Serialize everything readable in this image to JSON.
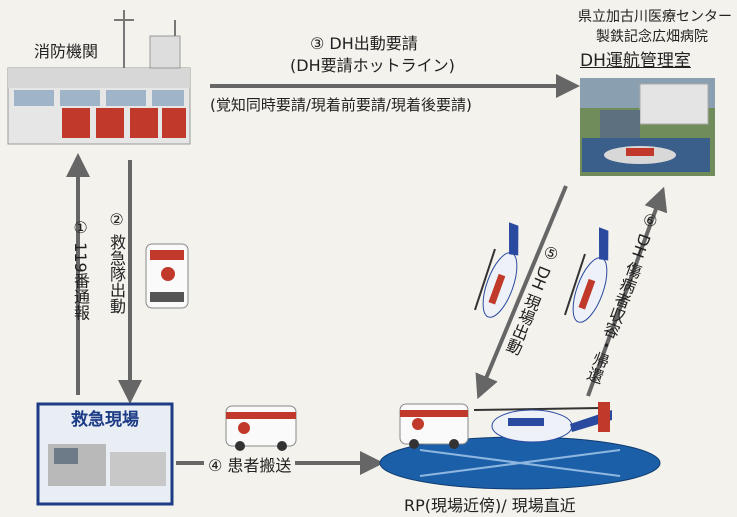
{
  "fire_station": {
    "label": "消防機関"
  },
  "hospital": {
    "name_line1": "県立加古川医療センター",
    "name_line2": "製鉄記念広畑病院",
    "dh_room": "DH運航管理室"
  },
  "steps": {
    "s3_line1": "③ DH出動要請",
    "s3_line2": "(DH要請ホットライン)",
    "s3_line3": "(覚知同時要請/現着前要請/現着後要請)",
    "s1": "① 119番通報",
    "s2": "② 救急隊出動",
    "s4": "④ 患者搬送",
    "s5": "⑤ DH 現場出動",
    "s6": "⑥ DH 傷病者収容・帰還"
  },
  "scene": {
    "label": "救急現場"
  },
  "landing": {
    "label": "RP(現場近傍)/ 現場直近"
  },
  "colors": {
    "arrow": "#666666",
    "scene_border": "#1d3c86",
    "heliport": "#1b5fa8",
    "dh_blue": "#2a4aa0"
  }
}
